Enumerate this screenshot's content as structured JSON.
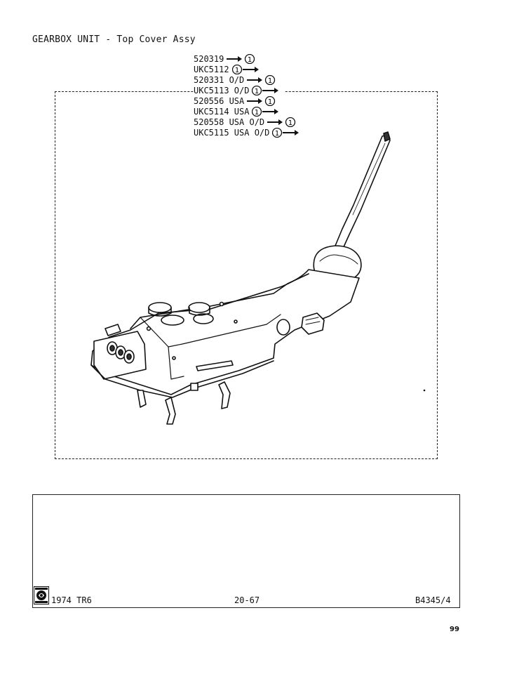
{
  "title": "GEARBOX UNIT - Top Cover Assy",
  "callouts": [
    {
      "part": "520319",
      "ref": "1",
      "arrow": "right-then-circle"
    },
    {
      "part": "UKC5112",
      "ref": "1",
      "arrow": "circle-then-right"
    },
    {
      "part": "520331 O/D",
      "ref": "1",
      "arrow": "right-then-circle"
    },
    {
      "part": "UKC5113 O/D",
      "ref": "1",
      "arrow": "circle-then-right"
    },
    {
      "part": "520556 USA",
      "ref": "1",
      "arrow": "right-then-circle"
    },
    {
      "part": "UKC5114 USA",
      "ref": "1",
      "arrow": "circle-then-right"
    },
    {
      "part": "520558 USA O/D",
      "ref": "1",
      "arrow": "right-then-circle"
    },
    {
      "part": "UKC5115 USA O/D",
      "ref": "1",
      "arrow": "circle-then-right"
    }
  ],
  "footer": {
    "model": "1974 TR6",
    "reference": "20-67",
    "code": "B4345/4"
  },
  "page_number": "99",
  "icons": {
    "logo": "british-leyland-logo-icon",
    "ref_marker": "circled-number-icon",
    "arrow": "arrow-right-icon"
  }
}
